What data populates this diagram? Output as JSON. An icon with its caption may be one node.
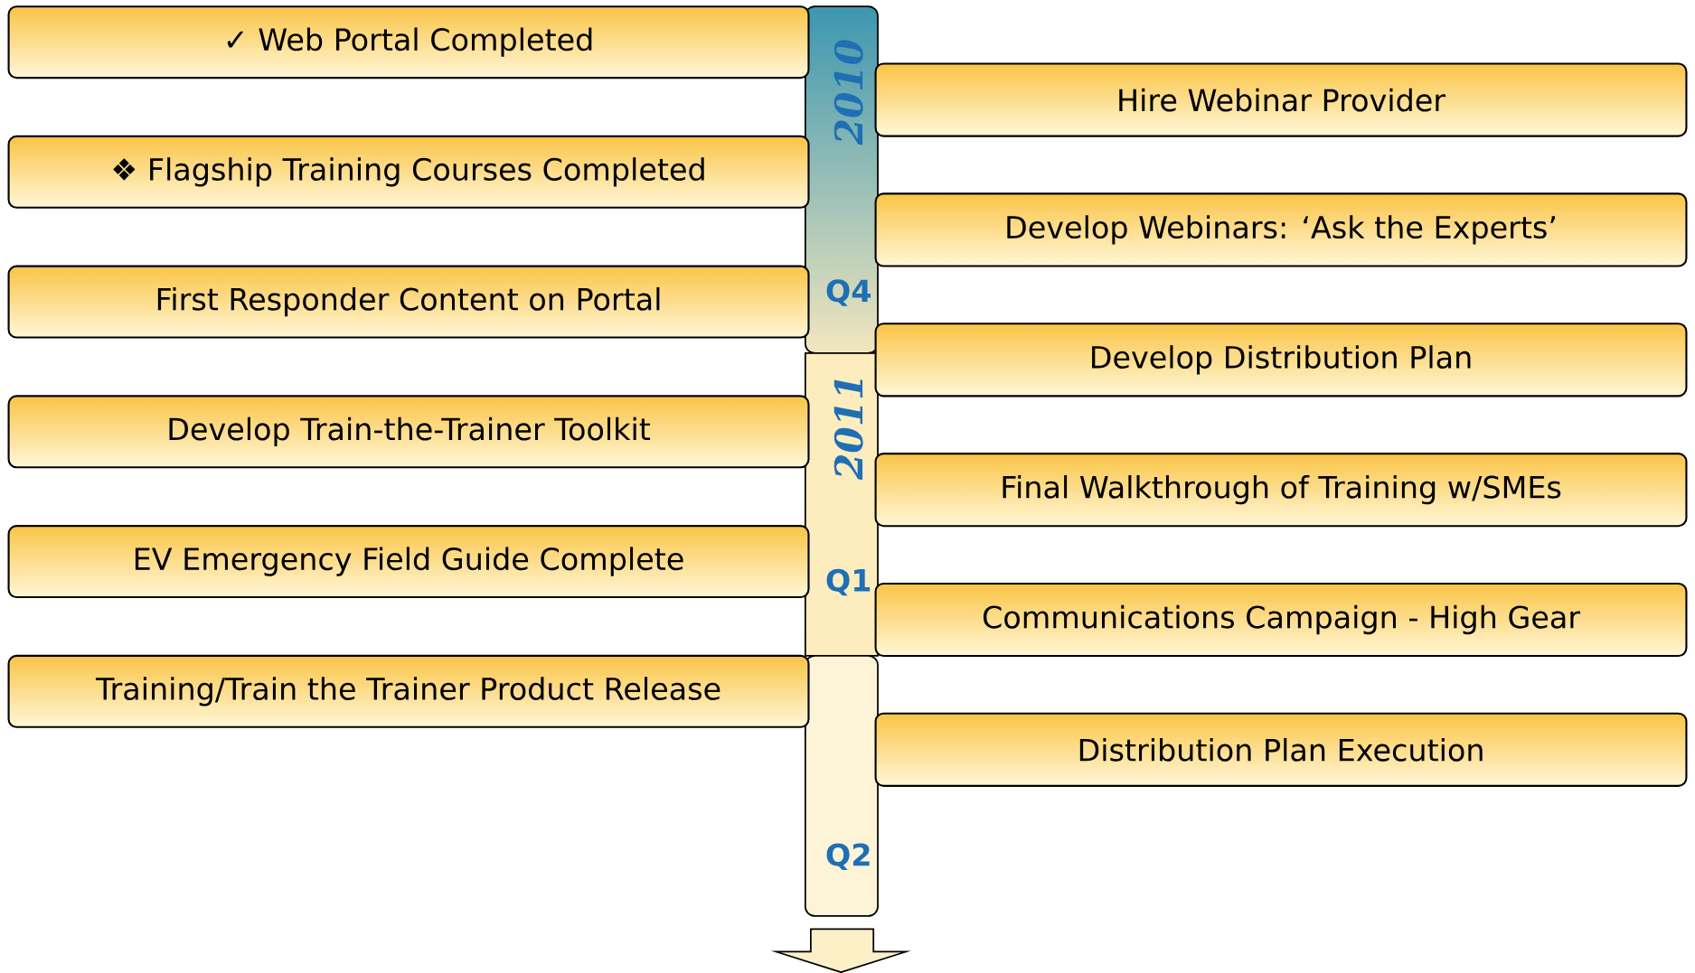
{
  "diagram": {
    "nodes": [
      {
        "text": [
          "✓ Web Portal Completed"
        ]
      },
      {
        "text": [
          "Hire Webinar Provider"
        ]
      },
      {
        "text": [
          "❖ Flagship Training Courses Completed"
        ]
      },
      {
        "text": [
          "Develop Webinars: ‘Ask the Experts’"
        ]
      },
      {
        "text": [
          "First Responder Content on Portal"
        ]
      },
      {
        "text": [
          "Develop Distribution Plan"
        ]
      },
      {
        "text": [
          "Develop Train-the-Trainer Toolkit"
        ]
      },
      {
        "text": [
          "Final Walkthrough of Training w/SMEs"
        ]
      },
      {
        "text": [
          "EV Emergency Field Guide Complete"
        ]
      },
      {
        "text": [
          "Communications Campaign - High Gear"
        ]
      },
      {
        "text": [
          "Training/Train the Trainer Product Release"
        ]
      },
      {
        "text": [
          "Distribution Plan Execution"
        ]
      }
    ],
    "labels": [
      "2010",
      "Q4",
      "2011",
      "Q1",
      "Q2"
    ]
  }
}
